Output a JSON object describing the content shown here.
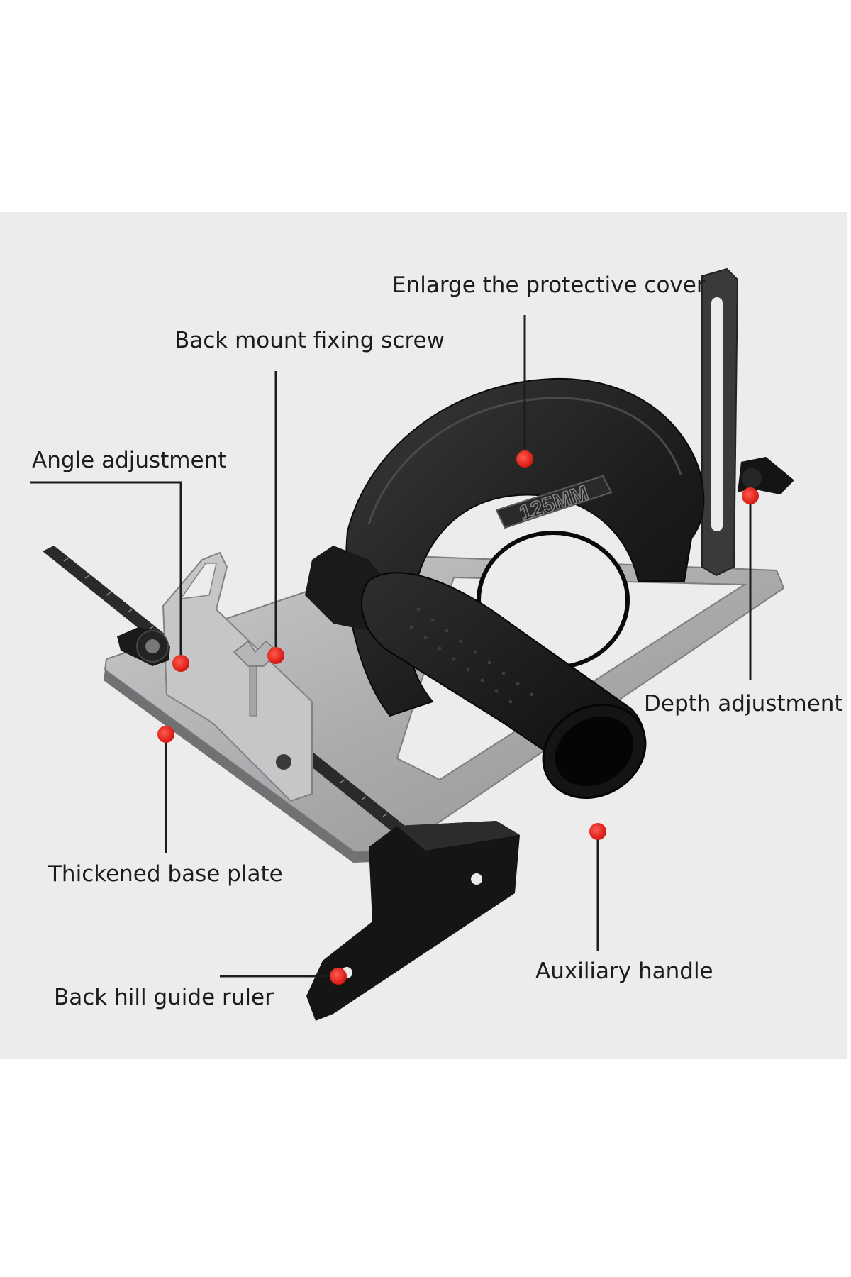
{
  "diagram": {
    "callouts": [
      {
        "id": "enlarge-protective-cover",
        "label": "Enlarge the protective cover"
      },
      {
        "id": "back-mount-fixing-screw",
        "label": "Back mount fixing screw"
      },
      {
        "id": "angle-adjustment",
        "label": "Angle adjustment"
      },
      {
        "id": "depth-adjustment",
        "label": "Depth adjustment"
      },
      {
        "id": "thickened-base-plate",
        "label": "Thickened base plate"
      },
      {
        "id": "auxiliary-handle",
        "label": "Auxiliary handle"
      },
      {
        "id": "back-hill-guide-ruler",
        "label": "Back hill guide ruler"
      }
    ],
    "guard_marking": "125MM"
  },
  "colors": {
    "background": "#ececec",
    "marker": "#e8231c",
    "leader_line": "#1c1c1c",
    "guard": "#1f1f1f",
    "base_plate": "#b7b9bb"
  }
}
